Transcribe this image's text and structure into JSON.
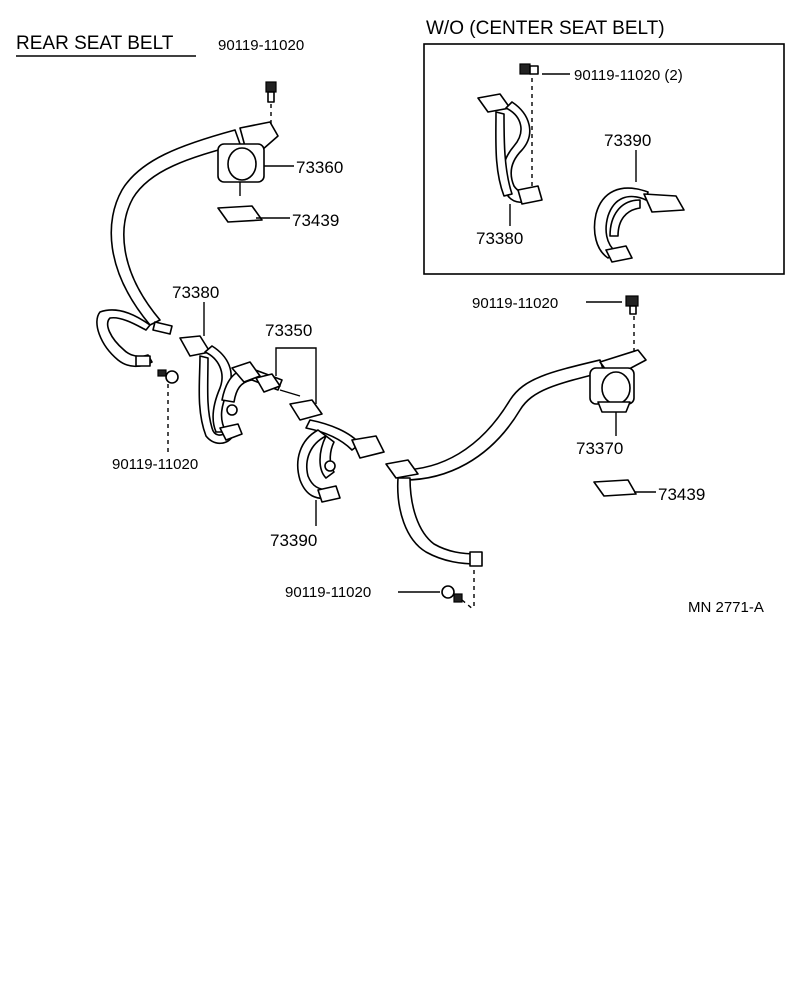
{
  "diagram": {
    "main_title": "REAR SEAT BELT",
    "inset_title": "W/O (CENTER SEAT BELT)",
    "reference_code": "MN 2771-A",
    "labels": {
      "bolt_top": "90119-11020",
      "retractor_left": "73360",
      "plate_left": "73439",
      "buckle_left": "73380",
      "bolt_left": "90119-11020",
      "center_belt": "73350",
      "tongue_center": "73390",
      "bolt_bottom": "90119-11020",
      "bolt_right": "90119-11020",
      "retractor_right": "73370",
      "plate_right": "73439",
      "inset_bolt": "90119-11020 (2)",
      "inset_buckle": "73380",
      "inset_tongue": "73390"
    }
  }
}
